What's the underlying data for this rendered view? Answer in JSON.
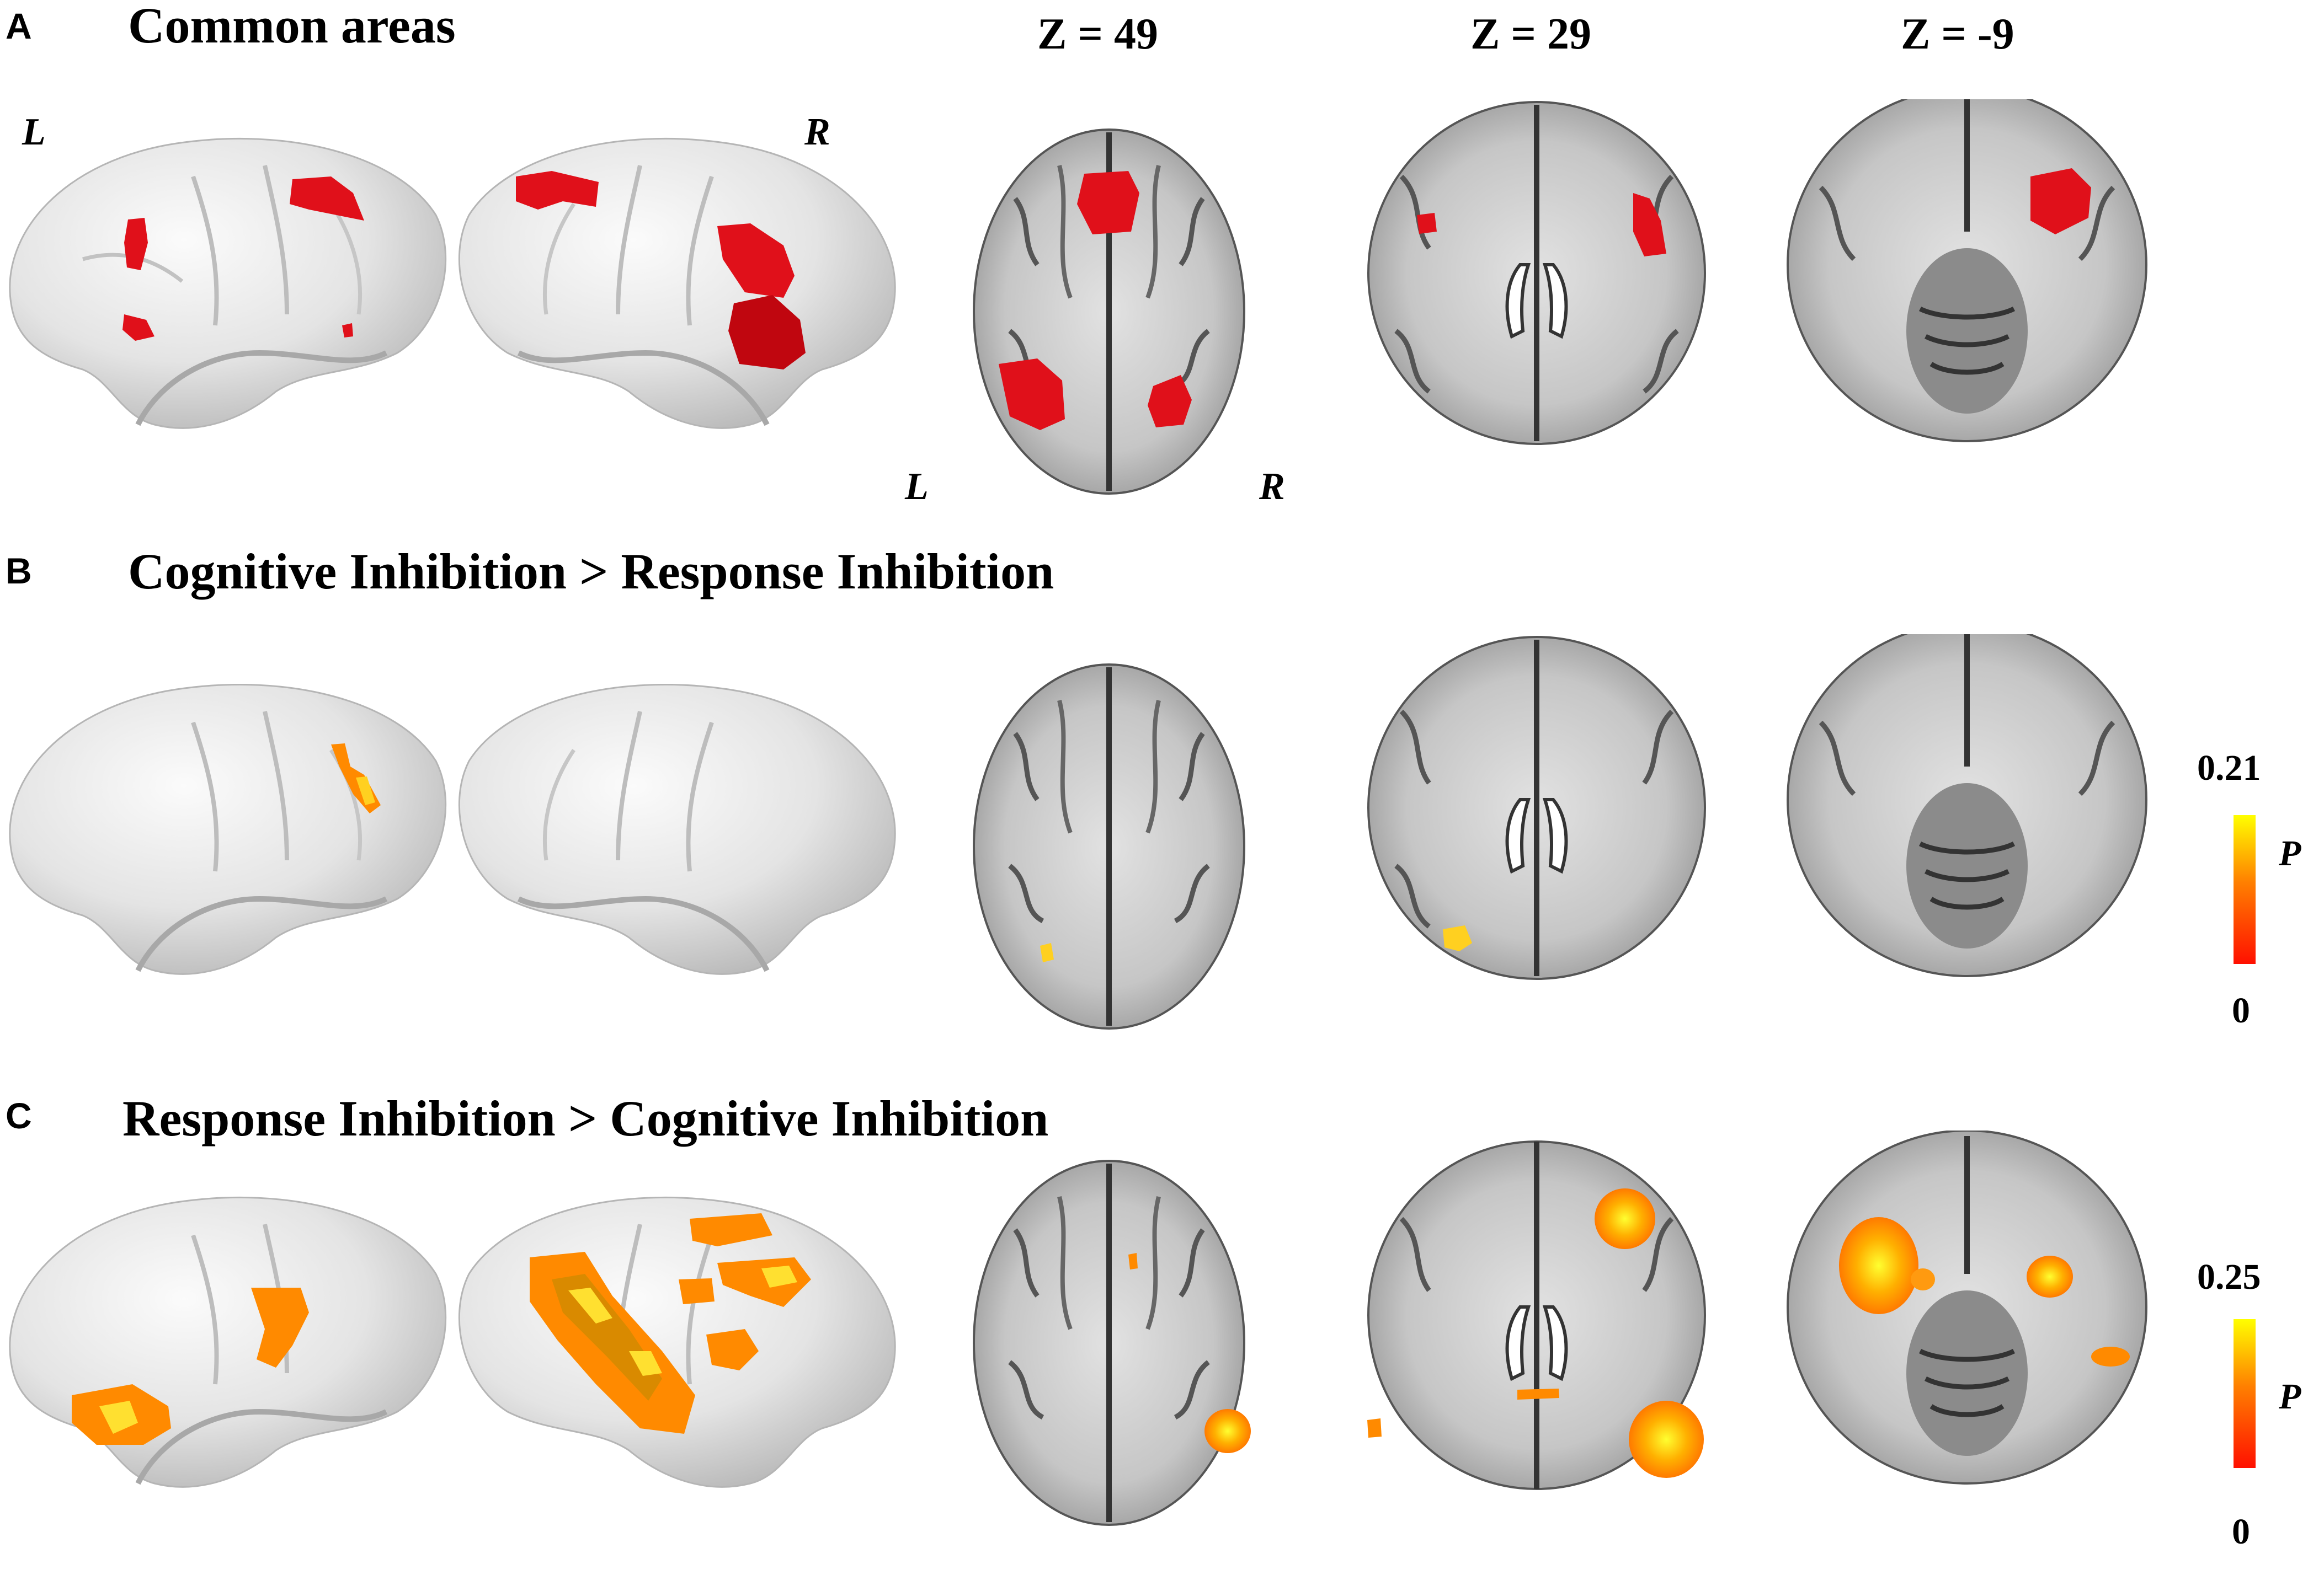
{
  "panels": [
    {
      "letter": "A",
      "title": "Common areas"
    },
    {
      "letter": "B",
      "title": "Cognitive Inhibition > Response Inhibition"
    },
    {
      "letter": "C",
      "title": "Response Inhibition > Cognitive Inhibition"
    }
  ],
  "slice_labels": [
    "Z = 49",
    "Z = 29",
    "Z = -9"
  ],
  "side_labels": {
    "left": "L",
    "right": "R"
  },
  "colorbars": [
    {
      "max": "0.21",
      "min": "0",
      "symbol": "P"
    },
    {
      "max": "0.25",
      "min": "0",
      "symbol": "P"
    }
  ],
  "colors": {
    "common_activation": "#e0101a",
    "contrast_low": "#ff1a00",
    "contrast_mid": "#ff8a00",
    "contrast_high": "#ffff20",
    "cortex": "#e6e6e6",
    "brain_slice": "#c9c9c9"
  }
}
